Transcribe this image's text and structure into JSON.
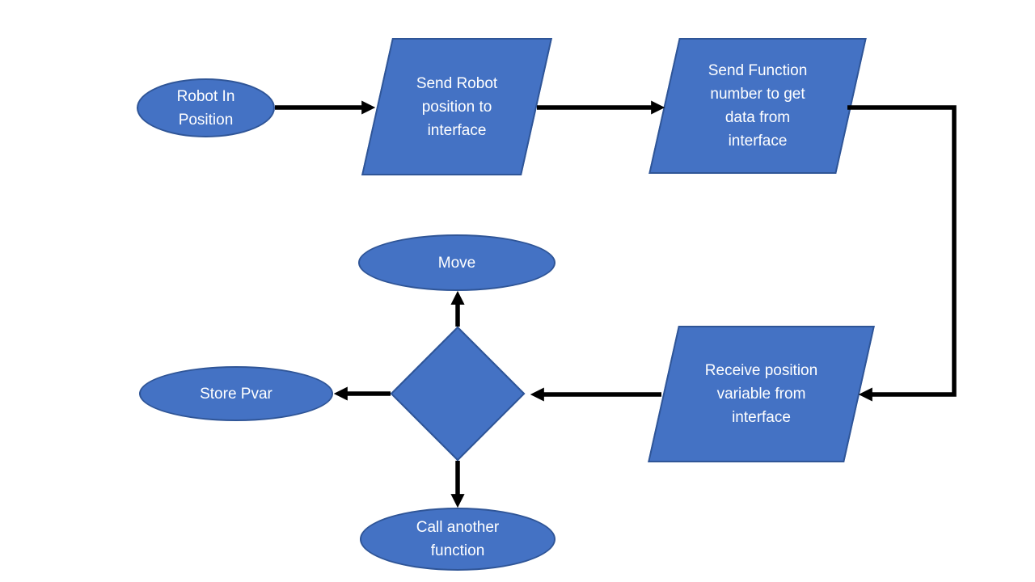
{
  "diagram": {
    "type": "flowchart",
    "background_color": "#ffffff",
    "shape_fill_color": "#4472C4",
    "shape_border_color": "#2F5597",
    "arrow_color": "#000000",
    "text_color": "#ffffff",
    "nodes": {
      "robot_in_position": {
        "type": "ellipse",
        "label": "Robot In Position"
      },
      "send_robot_position": {
        "type": "parallelogram",
        "label": "Send Robot position to interface"
      },
      "send_function_number": {
        "type": "parallelogram",
        "label": "Send Function number to get data from interface"
      },
      "receive_position_variable": {
        "type": "parallelogram",
        "label": "Receive position variable from interface"
      },
      "decision": {
        "type": "diamond",
        "label": ""
      },
      "move": {
        "type": "ellipse",
        "label": "Move"
      },
      "store_pvar": {
        "type": "ellipse",
        "label": "Store Pvar"
      },
      "call_another_function": {
        "type": "ellipse",
        "label": "Call another function"
      }
    },
    "edges": [
      {
        "from": "robot_in_position",
        "to": "send_robot_position",
        "style": "straight-arrow"
      },
      {
        "from": "send_robot_position",
        "to": "send_function_number",
        "style": "straight-arrow"
      },
      {
        "from": "send_function_number",
        "to": "receive_position_variable",
        "style": "elbow-arrow-right-down-left"
      },
      {
        "from": "receive_position_variable",
        "to": "decision",
        "style": "straight-arrow"
      },
      {
        "from": "decision",
        "to": "move",
        "style": "straight-arrow"
      },
      {
        "from": "decision",
        "to": "store_pvar",
        "style": "straight-arrow"
      },
      {
        "from": "decision",
        "to": "call_another_function",
        "style": "straight-arrow"
      }
    ]
  }
}
